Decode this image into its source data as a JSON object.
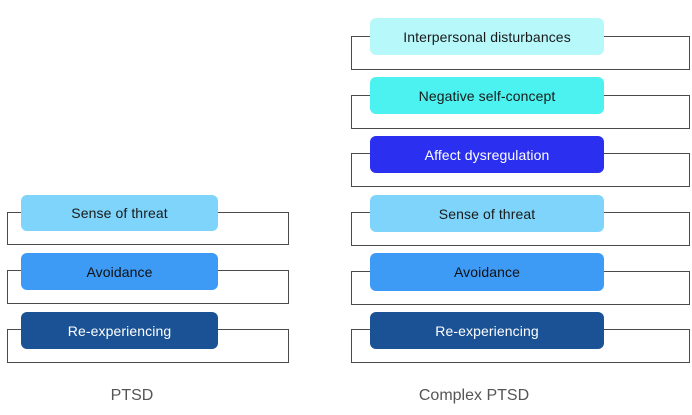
{
  "diagram": {
    "columns": [
      {
        "name": "ptsd",
        "caption": "PTSD",
        "layers": [
          {
            "label": "Sense of threat",
            "fill": "#7ed4fb",
            "text_color": "#1a1a1a"
          },
          {
            "label": "Avoidance",
            "fill": "#3d9af5",
            "text_color": "#111111"
          },
          {
            "label": "Re-experiencing",
            "fill": "#1a5295",
            "text_color": "#ffffff"
          }
        ]
      },
      {
        "name": "complex-ptsd",
        "caption": "Complex PTSD",
        "layers": [
          {
            "label": "Interpersonal disturbances",
            "fill": "#b7f8fb",
            "text_color": "#1a1a1a"
          },
          {
            "label": "Negative self-concept",
            "fill": "#4cf2ef",
            "text_color": "#1a1a1a"
          },
          {
            "label": "Affect dysregulation",
            "fill": "#2a2ff0",
            "text_color": "#ffffff"
          },
          {
            "label": "Sense of threat",
            "fill": "#7ed4fb",
            "text_color": "#1a1a1a"
          },
          {
            "label": "Avoidance",
            "fill": "#3d9af5",
            "text_color": "#111111"
          },
          {
            "label": "Re-experiencing",
            "fill": "#1a5295",
            "text_color": "#ffffff"
          }
        ]
      }
    ]
  }
}
